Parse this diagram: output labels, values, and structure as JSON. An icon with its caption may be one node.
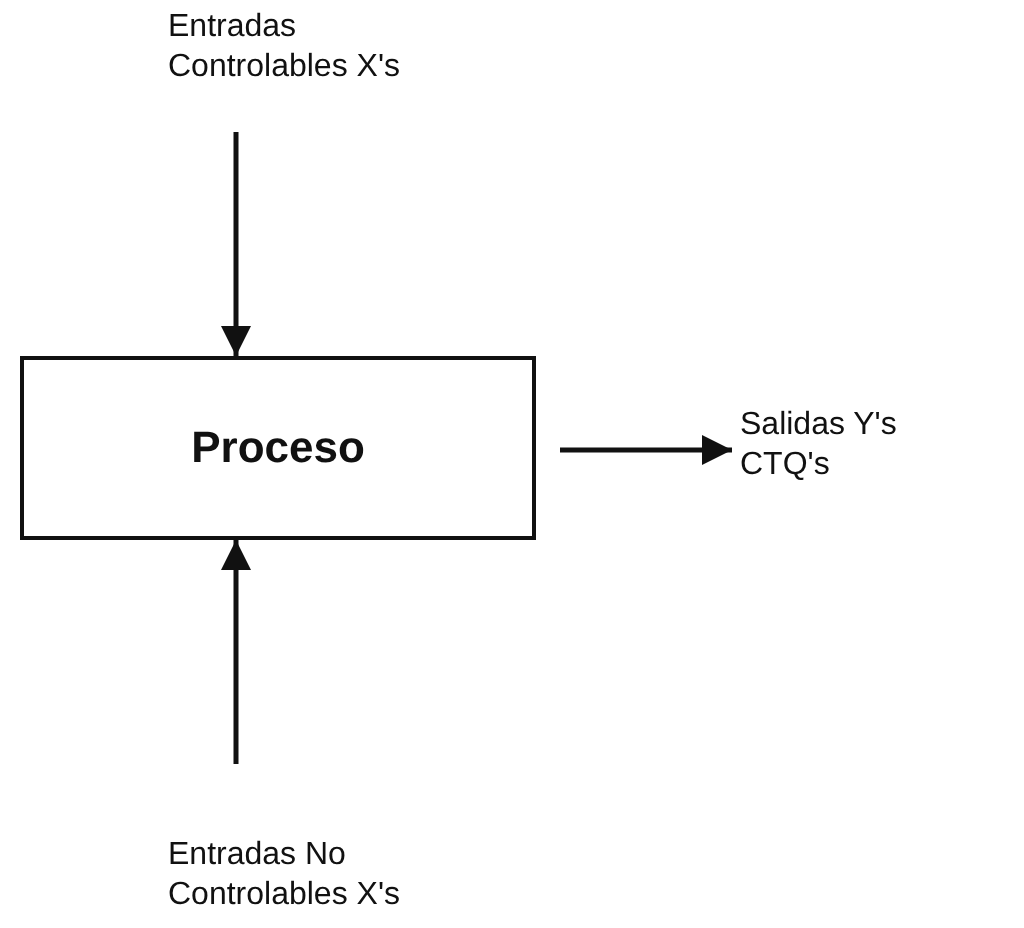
{
  "diagram": {
    "nodes": [
      {
        "text": [
          "Entradas Controlables X's"
        ]
      },
      {
        "text": [
          "Proceso"
        ]
      },
      {
        "text": [
          "Salidas Y's CTQ's"
        ]
      },
      {
        "text": [
          "Entradas No Controlables X's"
        ]
      }
    ],
    "edges": [
      {
        "from": 0,
        "to": 1,
        "arrow": "to"
      },
      {
        "from": 1,
        "to": 2,
        "arrow": "to"
      },
      {
        "from": 3,
        "to": 1,
        "arrow": "to"
      }
    ]
  }
}
